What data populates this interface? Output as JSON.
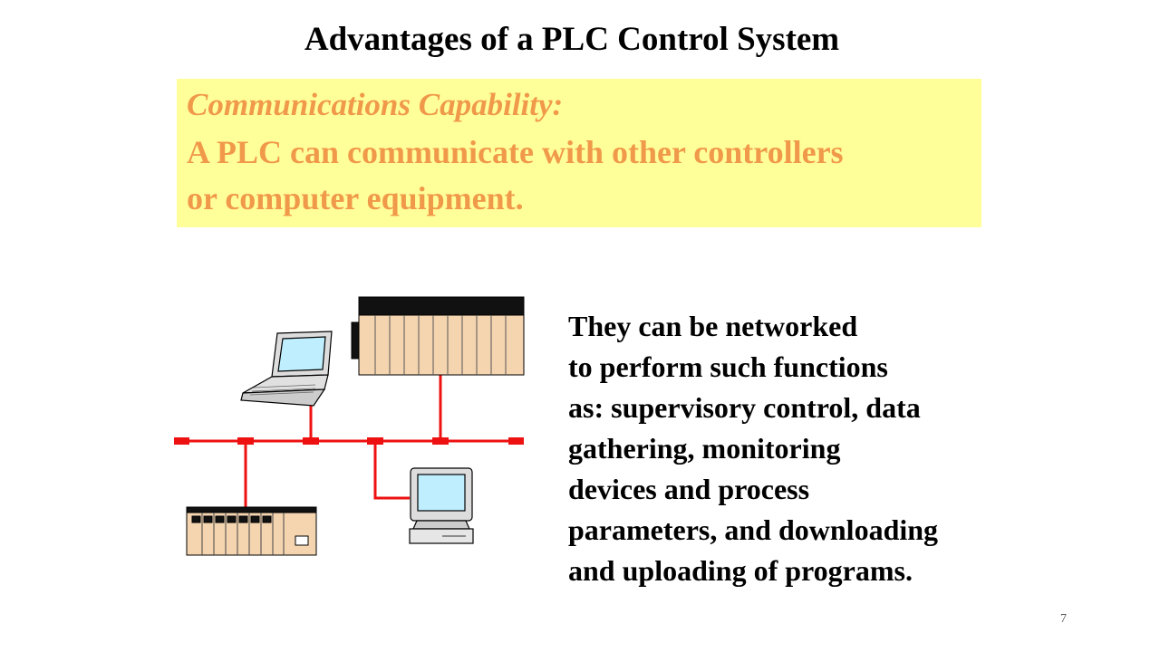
{
  "slide": {
    "title": "Advantages of a PLC Control System",
    "page_number": "7"
  },
  "highlight": {
    "heading": "Communications Capability:",
    "line1": "A PLC can communicate with other controllers",
    "line2": "or computer equipment."
  },
  "description": {
    "lines": [
      "They can be networked",
      "to perform such functions",
      "as: supervisory control, data",
      "gathering, monitoring",
      "devices and process",
      "parameters, and downloading",
      "and uploading of programs."
    ]
  },
  "diagram": {
    "devices": [
      "laptop-icon",
      "plc-rack-large-icon",
      "plc-rack-small-icon",
      "desktop-computer-icon"
    ],
    "network_color": "#ee1111",
    "device_fill": "#f5d5b0",
    "screen_color": "#bfefff"
  }
}
